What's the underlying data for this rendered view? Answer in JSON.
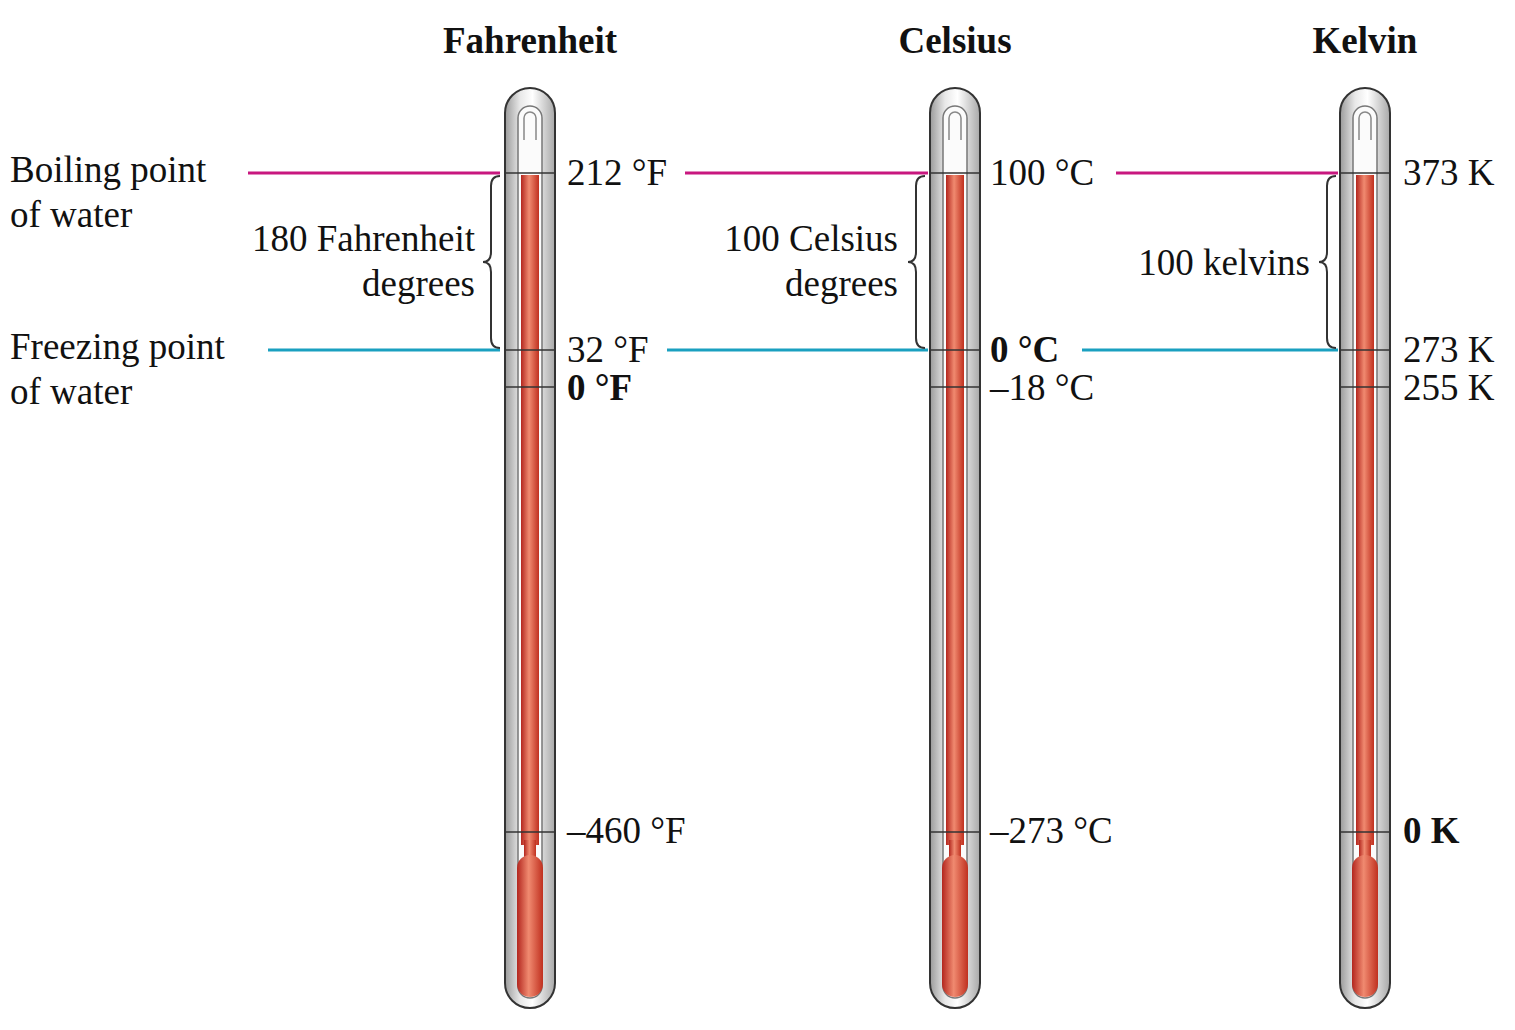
{
  "diagram": {
    "labels": [
      "Fahrenheit",
      "Celsius",
      "Kelvin",
      "Boiling point of water",
      "212 °F",
      "100 °C",
      "373 K",
      "180 Fahrenheit degrees",
      "100 Celsius degrees",
      "100 kelvins",
      "Freezing point of water",
      "32 °F",
      "0 °C",
      "273 K",
      "0 °F",
      "–18 °C",
      "255 K",
      "–460 °F",
      "–273 °C",
      "0 K"
    ]
  }
}
